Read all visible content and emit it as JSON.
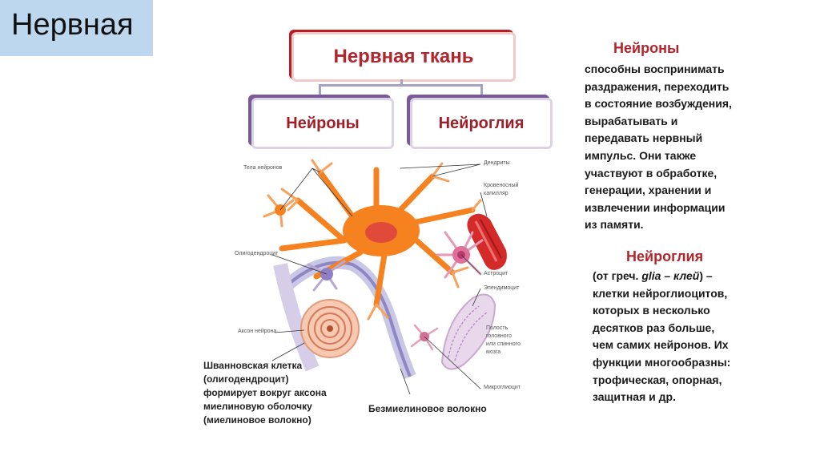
{
  "slide_title": "Нервная",
  "diagram": {
    "main_box": "Нервная ткань",
    "left_box": "Нейроны",
    "right_box": "Нейроглия"
  },
  "illustration_labels": {
    "neuron_bodies": "Тела нейронов",
    "oligodendrocyte": "Олигодендроцит",
    "axon": "Аксон нейрона",
    "dendrites": "Дендриты",
    "capillary_1": "Кровеносный",
    "capillary_2": "капилляр",
    "astrocyte": "Астроцит",
    "ependymocyte": "Эпендимоцит",
    "cavity_1": "Полость",
    "cavity_2": "головного",
    "cavity_3": "или спинного",
    "cavity_4": "мозга",
    "microgliocyte": "Микроглиоцит"
  },
  "captions": {
    "schwann": [
      "Шванновская клетка",
      "(олигодендроцит)",
      "формирует вокруг аксона",
      "миелиновую оболочку",
      "(миелиновое волокно)"
    ],
    "unmyelinated": "Безмиелиновое волокно"
  },
  "neurons_panel": {
    "heading": "Нейроны",
    "lines": [
      "способны воспринимать",
      "раздражения, переходить",
      "в состояние возбуждения,",
      "вырабатывать и",
      "передавать нервный",
      "импульс. Они также",
      "участвуют в обработке,",
      "генерации, хранении и",
      "извлечении информации",
      "из памяти."
    ]
  },
  "glia_panel": {
    "heading": "Нейроглия",
    "line1_pre": "(от греч. ",
    "line1_term": "glia – клей",
    "line1_post": ") –",
    "lines": [
      "клетки нейроглиоцитов,",
      "которых в несколько",
      "десятков раз больше,",
      "чем самих нейронов. Их",
      "функции многообразны:",
      "трофическая, опорная,",
      "защитная и др."
    ]
  },
  "colors": {
    "title_bg": "#bdd7ee",
    "accent_red": "#b1252c",
    "accent_purple": "#7a5a96",
    "neuron_orange": "#f5821f",
    "capillary_red": "#d42a2a"
  }
}
